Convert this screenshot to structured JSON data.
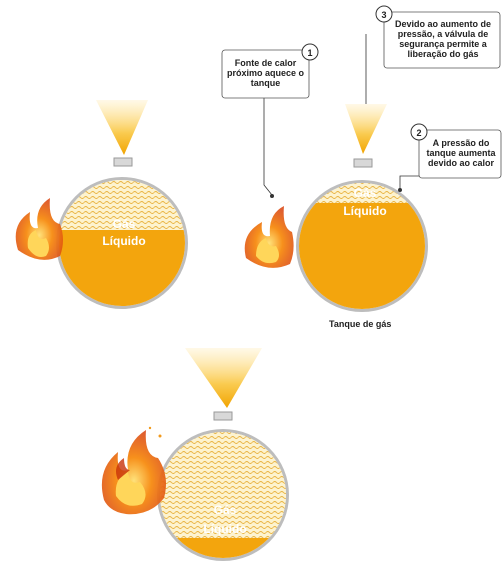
{
  "tanks": [
    {
      "gas_label": "Gás",
      "liquid_label": "Líquido"
    },
    {
      "gas_label": "Gás",
      "liquid_label": "Líquido"
    },
    {
      "gas_label": "Gás",
      "liquid_label": "Líquido"
    }
  ],
  "callouts": [
    {
      "number": "1",
      "text": "Fonte de calor próximo aquece o tanque"
    },
    {
      "number": "2",
      "text": "A pressão do tanque aumenta devido ao calor"
    },
    {
      "number": "3",
      "text": "Devido ao aumento de pressão, a válvula de segurança permite a liberação do gás"
    }
  ],
  "caption": "Tanque de gás",
  "colors": {
    "liquid": "#f3a50d",
    "gas_background": "#fdf3cf",
    "gas_wave": "#e9b23e",
    "tank_rim": "#a7a7a7",
    "valve_jet": "#f5b300",
    "flame": "#ef6b10"
  }
}
